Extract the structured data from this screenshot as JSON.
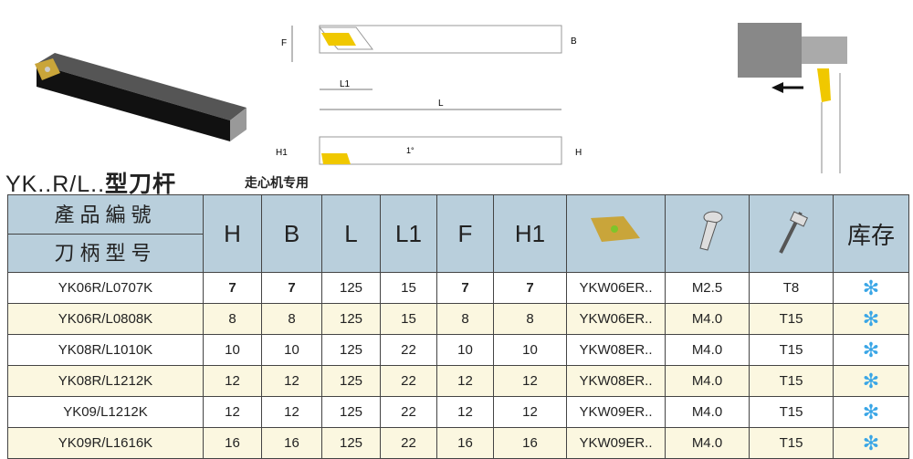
{
  "title": {
    "main": "YK..R/L..",
    "cn": "型刀杆",
    "subtitle": "走心机专用"
  },
  "diagram": {
    "labels": {
      "F": "F",
      "B": "B",
      "L1": "L1",
      "L": "L",
      "H1": "H1",
      "H": "H",
      "angle": "1°"
    }
  },
  "table": {
    "header": {
      "product_no": "產品編號",
      "holder_model": "刀柄型号",
      "cols": [
        "H",
        "B",
        "L",
        "L1",
        "F",
        "H1"
      ],
      "insert_icon": "insert-icon",
      "screw_icon": "screw-icon",
      "wrench_icon": "wrench-icon",
      "stock": "库存"
    },
    "rows": [
      {
        "model": "YK06R/L0707K",
        "H": "7",
        "B": "7",
        "L": "125",
        "L1": "15",
        "F": "7",
        "H1": "7",
        "insert": "YKW06ER..",
        "screw": "M2.5",
        "wrench": "T8",
        "stock": "✻"
      },
      {
        "model": "YK06R/L0808K",
        "H": "8",
        "B": "8",
        "L": "125",
        "L1": "15",
        "F": "8",
        "H1": "8",
        "insert": "YKW06ER..",
        "screw": "M4.0",
        "wrench": "T15",
        "stock": "✻"
      },
      {
        "model": "YK08R/L1010K",
        "H": "10",
        "B": "10",
        "L": "125",
        "L1": "22",
        "F": "10",
        "H1": "10",
        "insert": "YKW08ER..",
        "screw": "M4.0",
        "wrench": "T15",
        "stock": "✻"
      },
      {
        "model": "YK08R/L1212K",
        "H": "12",
        "B": "12",
        "L": "125",
        "L1": "22",
        "F": "12",
        "H1": "12",
        "insert": "YKW08ER..",
        "screw": "M4.0",
        "wrench": "T15",
        "stock": "✻"
      },
      {
        "model": "YK09/L1212K",
        "H": "12",
        "B": "12",
        "L": "125",
        "L1": "22",
        "F": "12",
        "H1": "12",
        "insert": "YKW09ER..",
        "screw": "M4.0",
        "wrench": "T15",
        "stock": "✻"
      },
      {
        "model": "YK09R/L1616K",
        "H": "16",
        "B": "16",
        "L": "125",
        "L1": "22",
        "F": "16",
        "H1": "16",
        "insert": "YKW09ER..",
        "screw": "M4.0",
        "wrench": "T15",
        "stock": "✻"
      }
    ]
  },
  "colors": {
    "header_bg": "#b9cfdc",
    "alt_row": "#fbf7e0",
    "insert": "#c9a53a",
    "stock": "#3aa6e6"
  }
}
